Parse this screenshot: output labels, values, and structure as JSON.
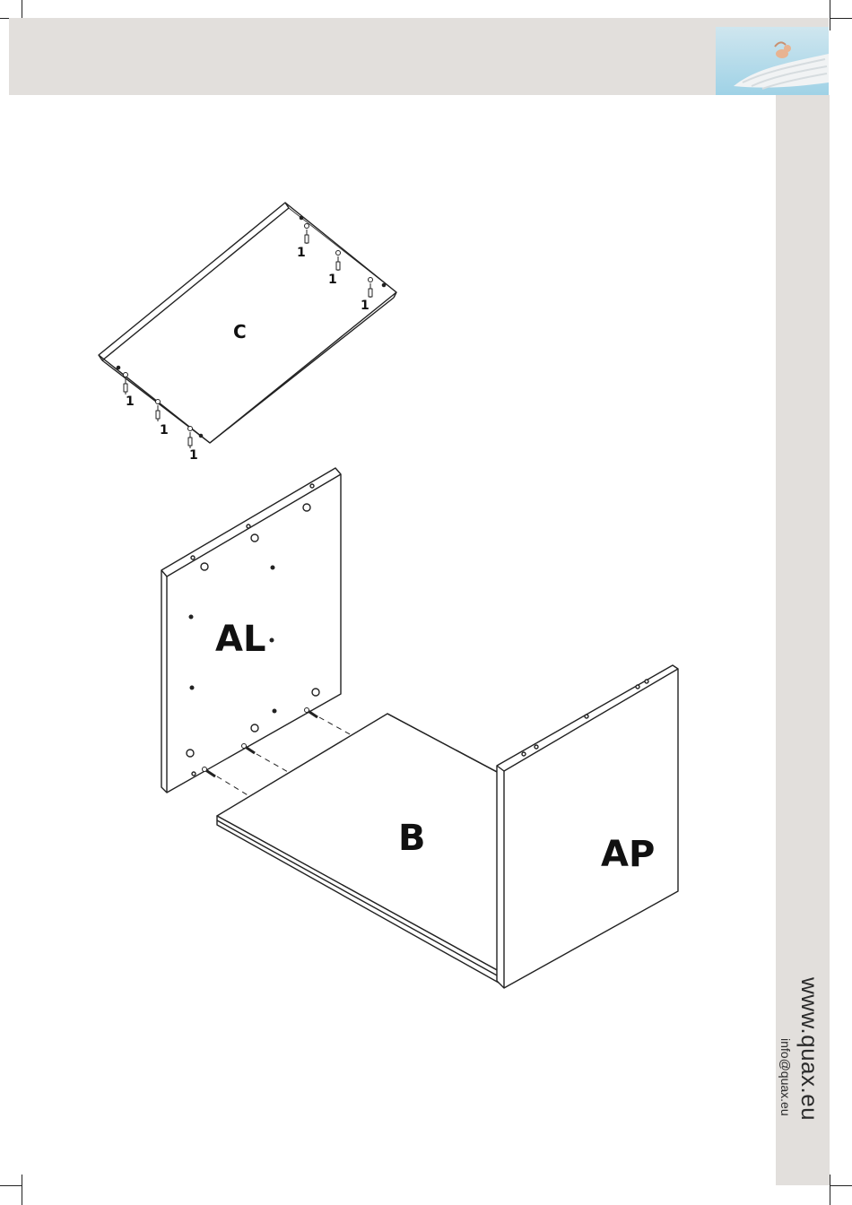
{
  "parts": {
    "top_panel": "C",
    "left_side": "AL",
    "bottom_panel": "B",
    "right_side": "AP"
  },
  "fitting_number": "1",
  "contact": {
    "website": "www.quax.eu",
    "email": "info@quax.eu"
  },
  "colors": {
    "band": "#e2dfdc",
    "line": "#222222"
  }
}
